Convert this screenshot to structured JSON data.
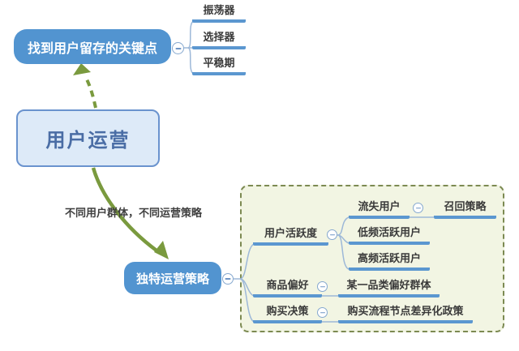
{
  "colors": {
    "branch_node_fill": "#5294d0",
    "branch_node_text": "#ffffff",
    "root_fill": "#ddeaf8",
    "root_border": "#6a93ce",
    "root_text": "#4a6da5",
    "topic_underline": "#5b97d0",
    "thin_connector": "#9db8d8",
    "arrow_green": "#7a9a3e",
    "group_box_fill": "#f2f5e3",
    "group_box_border": "#7c8a52",
    "topic_text": "#3a3a3a"
  },
  "icons": {
    "collapse": "minus-circle-icon"
  },
  "root": {
    "label": "用户运营"
  },
  "retention_branch": {
    "label": "找到用户留存的关键点",
    "children": [
      {
        "label": "振荡器"
      },
      {
        "label": "选择器"
      },
      {
        "label": "平稳期"
      }
    ]
  },
  "strategy_branch": {
    "label": "独特运营策略",
    "edge_label": "不同用户群体，不同运营策略",
    "groups": [
      {
        "label": "用户活跃度",
        "children": [
          {
            "label": "流失用户",
            "children": [
              {
                "label": "召回策略"
              }
            ]
          },
          {
            "label": "低频活跃用户"
          },
          {
            "label": "高频活跃用户"
          }
        ]
      },
      {
        "label": "商品偏好",
        "children": [
          {
            "label": "某一品类偏好群体"
          }
        ]
      },
      {
        "label": "购买决策",
        "children": [
          {
            "label": "购买流程节点差异化政策"
          }
        ]
      }
    ]
  }
}
